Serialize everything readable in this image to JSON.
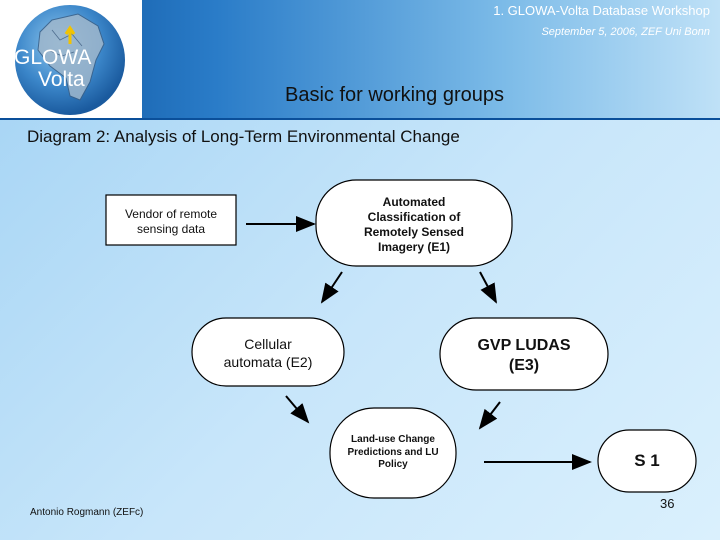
{
  "header": {
    "workshop_title": "1. GLOWA-Volta Database Workshop",
    "workshop_date": "September 5, 2006, ZEF Uni Bonn",
    "logo_text_line1": "GLOWA",
    "logo_text_line2": "Volta"
  },
  "section_title": "Basic for working groups",
  "diagram_title": "Diagram 2: Analysis of Long-Term Environmental Change",
  "nodes": {
    "vendor": "Vendor of remote\nsensing data",
    "e1": "Automated\nClassification of\nRemotely Sensed\nImagery (E1)",
    "e2": "Cellular\nautomata (E2)",
    "e3": "GVP LUDAS\n(E3)",
    "predictions": "Land-use Change\nPredictions and LU\nPolicy",
    "s1": "S 1"
  },
  "footer": {
    "author": "Antonio Rogmann (ZEFc)",
    "page_number": "36"
  },
  "colors": {
    "accent": "#0a4f9a",
    "node_fill": "#ffffff",
    "stroke": "#000000"
  }
}
